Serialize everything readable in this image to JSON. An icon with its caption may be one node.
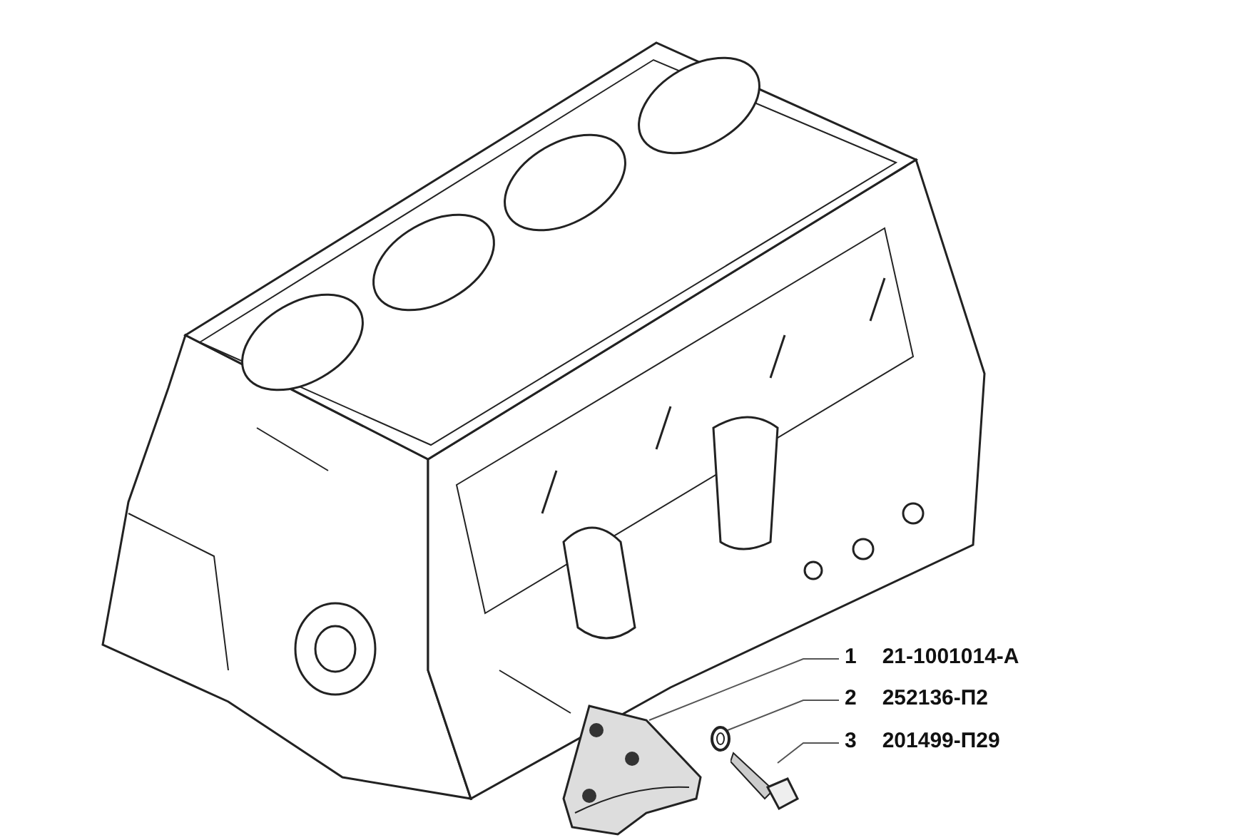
{
  "diagram": {
    "nodes": [
      {
        "text": [
          "1",
          "21-1001014-А"
        ]
      },
      {
        "text": [
          "2",
          "252136-П2"
        ]
      },
      {
        "text": [
          "3",
          "201499-П29"
        ]
      },
      {
        "text": [],
        "shape": "picture"
      },
      {
        "text": [],
        "shape": "picture"
      },
      {
        "text": [],
        "shape": "picture"
      }
    ],
    "edges": [
      {
        "from": 0,
        "to": 3,
        "arrow": "none"
      },
      {
        "from": 1,
        "to": 4,
        "arrow": "none"
      },
      {
        "from": 2,
        "to": 5,
        "arrow": "none"
      }
    ]
  }
}
